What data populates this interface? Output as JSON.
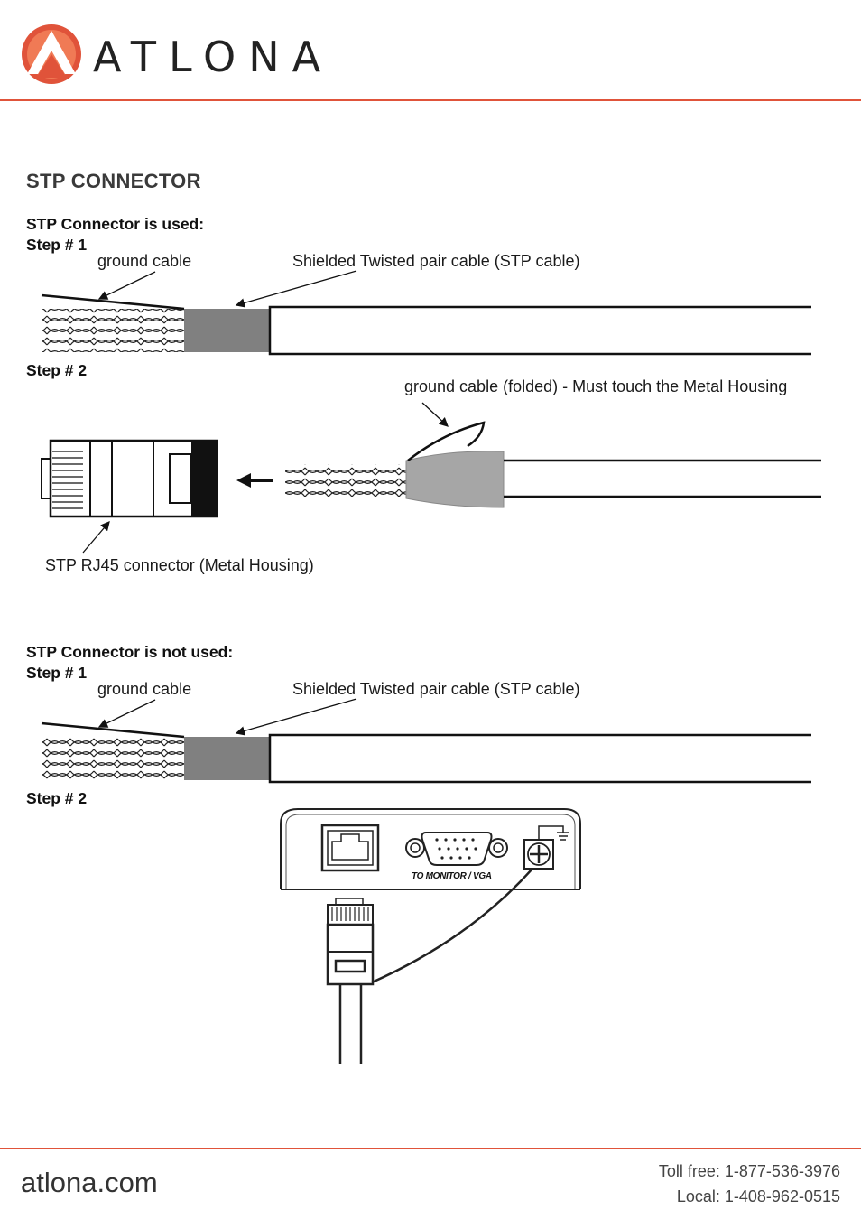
{
  "header": {
    "brand": "ATLONA"
  },
  "section_title": "STP CONNECTOR",
  "used": {
    "heading": "STP Connector is used:",
    "step1": "Step # 1",
    "step2": "Step # 2",
    "ground_cable": "ground cable",
    "stp_cable": "Shielded Twisted pair cable (STP cable)",
    "ground_folded": "ground cable (folded) - Must touch the Metal Housing",
    "rj45": "STP RJ45 connector (Metal Housing)"
  },
  "not_used": {
    "heading": "STP Connector is not used:",
    "step1": "Step # 1",
    "step2": "Step # 2",
    "ground_cable": "ground cable",
    "stp_cable": "Shielded Twisted pair cable (STP cable)",
    "device_label": "TO  MONITOR / VGA"
  },
  "footer": {
    "site": "atlona.com",
    "toll_free": "Toll free: 1-877-536-3976",
    "local": "Local: 1-408-962-0515"
  },
  "colors": {
    "accent": "#e0533a",
    "shield": "#808080",
    "shield_light": "#a6a6a6"
  }
}
